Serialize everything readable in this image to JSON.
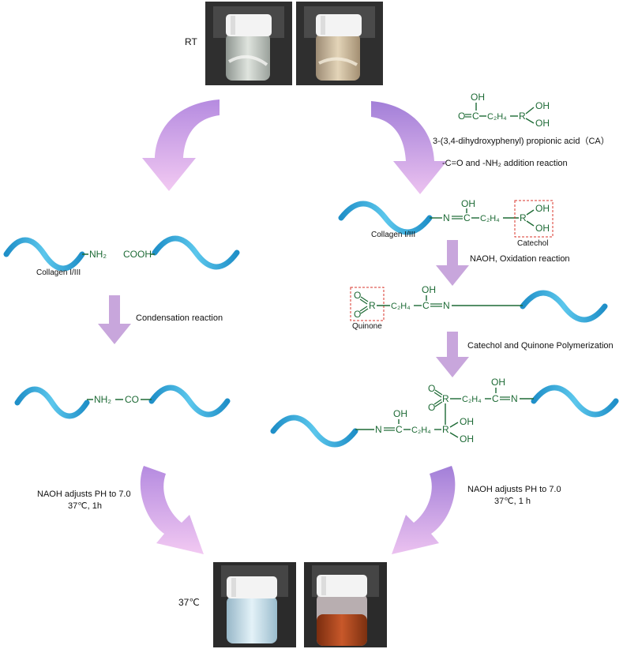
{
  "labels": {
    "rt": "RT",
    "temp_final": "37℃",
    "collagen_left": "Collagen I/III",
    "nh2": "NH₂",
    "cooh": "COOH",
    "condensation": "Condensation reaction",
    "amide_nh2": "NH₂",
    "amide_co": "CO",
    "naoh_left_line1": "NAOH adjusts PH to 7.0",
    "naoh_left_line2": "37℃, 1h",
    "ca_name": "3-(3,4-dihydroxyphenyl) propionic acid（CA）",
    "addition_reaction": "-C=O and -NH₂ addition reaction",
    "collagen_right": "Collagen I/III",
    "catechol": "Catechol",
    "oxidation": "NAOH, Oxidation reaction",
    "quinone": "Quinone",
    "polymerization": "Catechol and Quinone Polymerization",
    "naoh_right_line1": "NAOH adjusts PH to 7.0",
    "naoh_right_line2": "37℃, 1 h"
  },
  "chem": {
    "oh": "OH",
    "o": "O",
    "c": "C",
    "c2h4": "C₂H₄",
    "r": "R",
    "n": "N"
  },
  "colors": {
    "chain_blue": "#3fa9d6",
    "chem_green": "#1d6a35",
    "arrow_purple": "#c79be0",
    "box_red": "#d9342b"
  }
}
